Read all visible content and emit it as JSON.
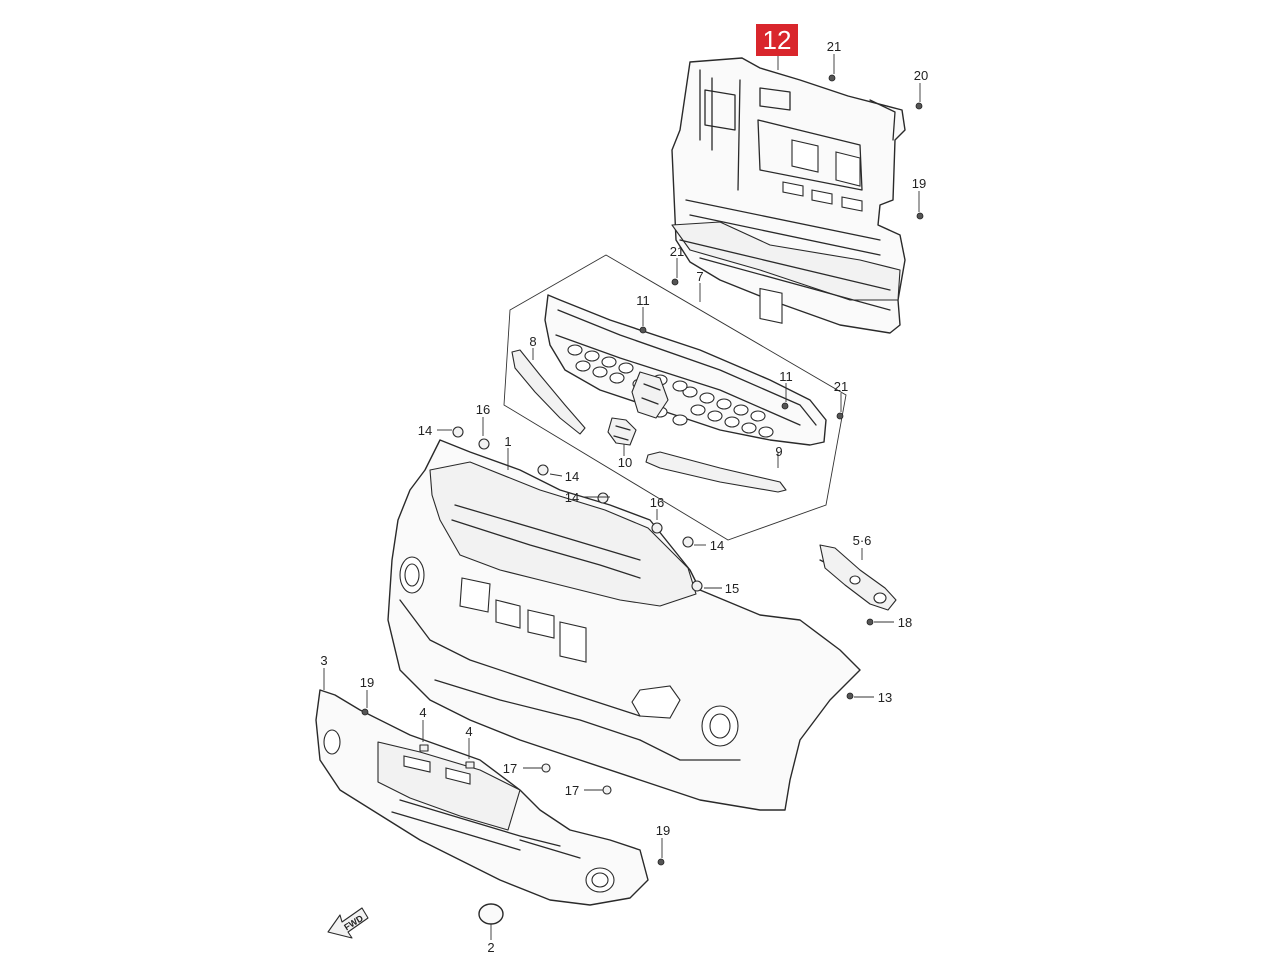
{
  "highlight_badge": "12",
  "fwd_label": "FWD",
  "callouts": {
    "c21a": "21",
    "c20": "20",
    "c19a": "19",
    "c21b": "21",
    "c7": "7",
    "c11a": "11",
    "c8": "8",
    "c11b": "11",
    "c21c": "21",
    "c16a": "16",
    "c14a": "14",
    "c1": "1",
    "c14b": "14",
    "c14c": "14",
    "c10": "10",
    "c9": "9",
    "c16b": "16",
    "c14d": "14",
    "c56": "5·6",
    "c15": "15",
    "c18": "18",
    "c3": "3",
    "c19b": "19",
    "c4a": "4",
    "c4b": "4",
    "c13": "13",
    "c17a": "17",
    "c17b": "17",
    "c19c": "19",
    "c2": "2"
  }
}
